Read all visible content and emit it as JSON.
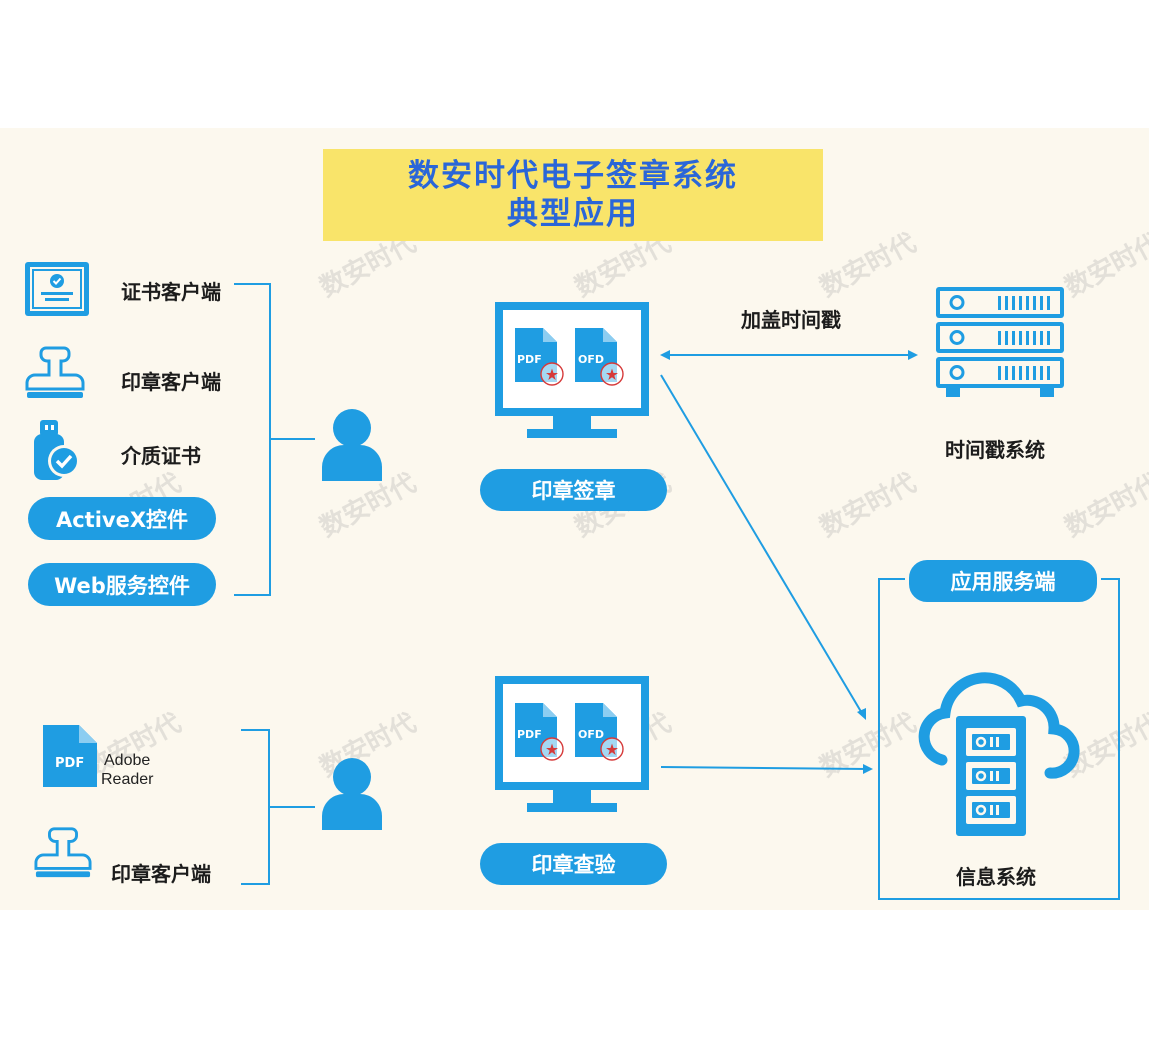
{
  "title": {
    "line1": "数安时代电子签章系统",
    "line2": "典型应用"
  },
  "watermark": {
    "text": "数安时代"
  },
  "left_top": {
    "items": [
      {
        "label": "证书客户端",
        "icon": "certificate-icon"
      },
      {
        "label": "印章客户端",
        "icon": "stamp-icon"
      },
      {
        "label": "介质证书",
        "icon": "usb-key-icon"
      }
    ],
    "pills": [
      "ActiveX控件",
      "Web服务控件"
    ]
  },
  "left_bottom": {
    "adobe_line1": "Adobe",
    "adobe_line2": "Reader",
    "pdf_icon_text": "PDF",
    "stamp_label": "印章客户端"
  },
  "monitor_top": {
    "doc1": "PDF",
    "doc2": "OFD",
    "label": "印章签章"
  },
  "monitor_bottom": {
    "doc1": "PDF",
    "doc2": "OFD",
    "label": "印章查验"
  },
  "timestamp": {
    "arrow_label": "加盖时间戳",
    "server_label": "时间戳系统"
  },
  "app_server": {
    "header": "应用服务端",
    "label": "信息系统"
  },
  "colors": {
    "accent": "#1f9de2",
    "title_bg": "#f9e46a",
    "title_text": "#2a66d8",
    "background": "#fcf8ee"
  }
}
